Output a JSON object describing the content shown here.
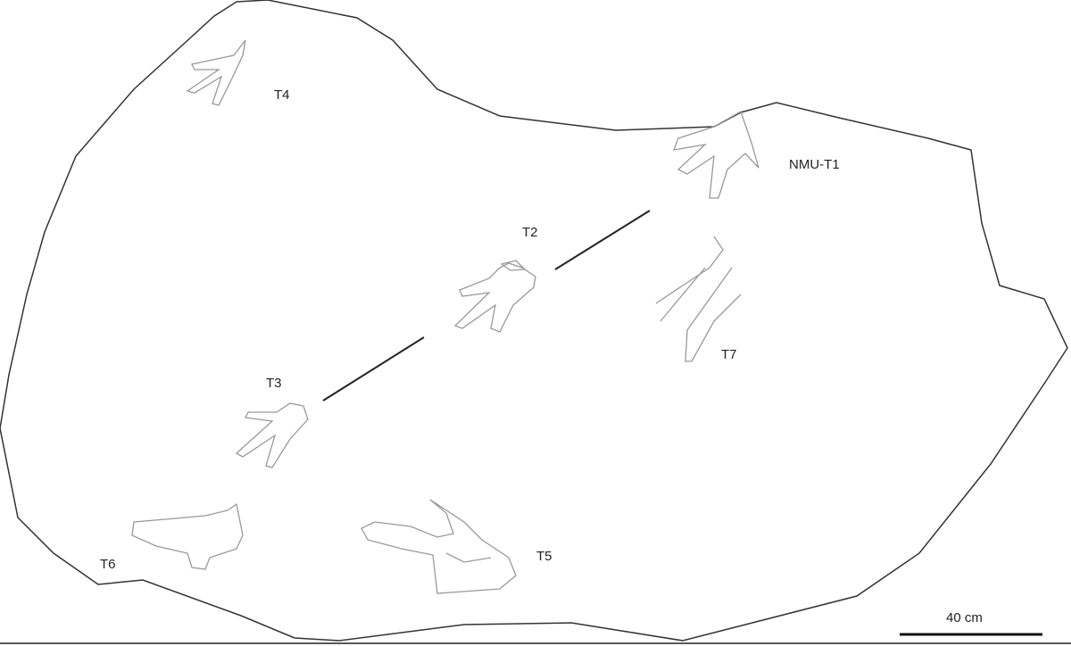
{
  "labels": {
    "t4": "T4",
    "nmu_t1": "NMU-T1",
    "t2": "T2",
    "t7": "T7",
    "t3": "T3",
    "t6": "T6",
    "t5": "T5"
  },
  "scale_bar": {
    "label": "40 cm"
  }
}
